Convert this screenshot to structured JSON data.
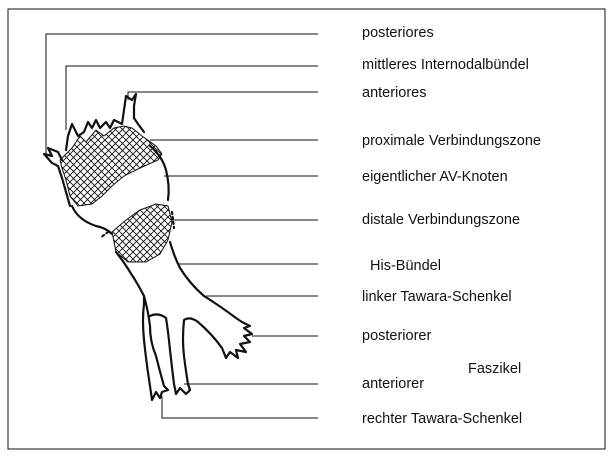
{
  "labels": {
    "posteriores": "posteriores",
    "mittleres": "mittleres Internodalbündel",
    "anteriores": "anteriores",
    "proximale": "proximale Verbindungszone",
    "eigentlicher": "eigentlicher AV-Knoten",
    "distale": "distale Verbindungszone",
    "his": "His-Bündel",
    "linker": "linker Tawara-Schenkel",
    "posteriorer": "posteriorer",
    "faszikel": "Faszikel",
    "anteriorer": "anteriorer",
    "rechter": "rechter Tawara-Schenkel"
  }
}
